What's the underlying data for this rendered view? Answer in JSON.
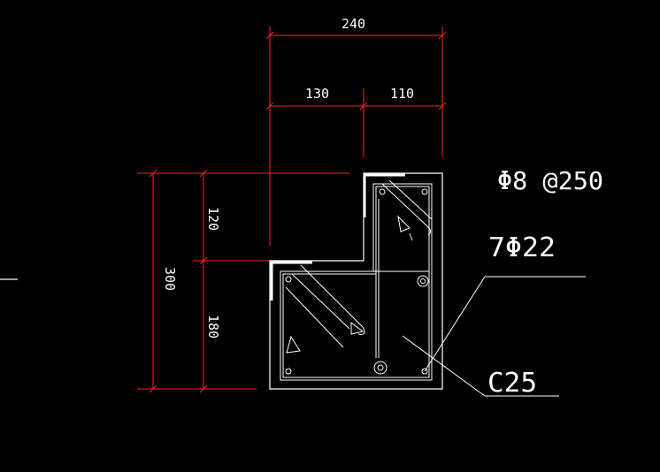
{
  "dimensions": {
    "top_total": "240",
    "top_left": "130",
    "top_right": "110",
    "left_total": "300",
    "left_upper": "120",
    "left_lower": "180"
  },
  "annotations": {
    "stirrup": "Φ8 @250",
    "main_rebar": "7Φ22",
    "concrete": "C25"
  },
  "colors": {
    "background": "#000000",
    "dimension": "#ff2020",
    "geometry": "#ffffff"
  }
}
